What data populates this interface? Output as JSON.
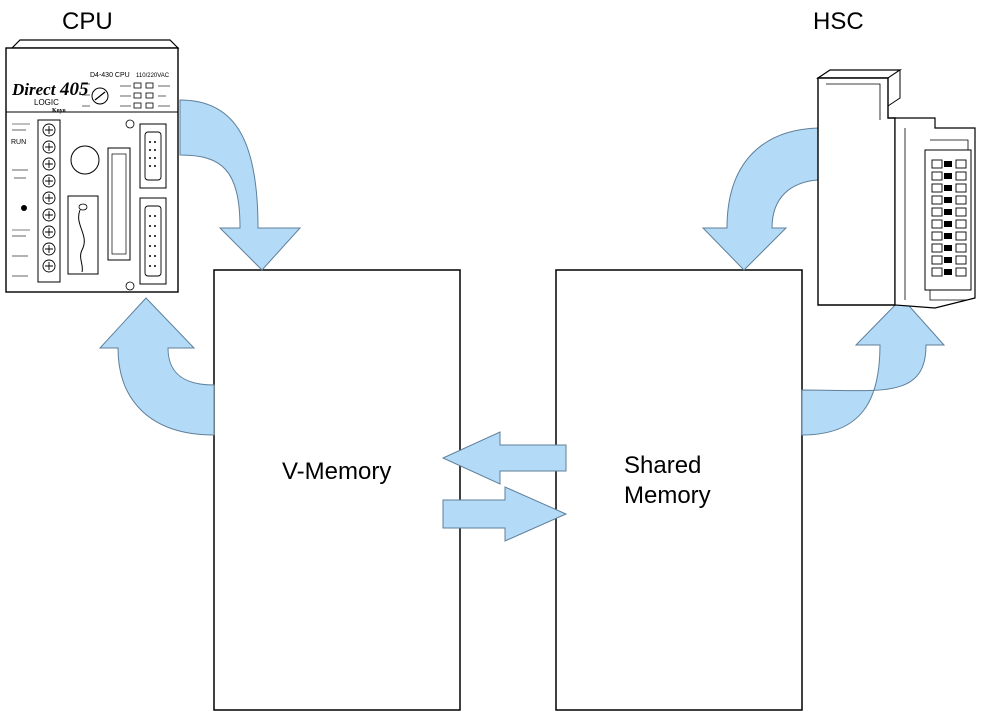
{
  "labels": {
    "cpu": "CPU",
    "hsc": "HSC",
    "v_memory": "V-Memory",
    "shared_memory_line1": "Shared",
    "shared_memory_line2": "Memory"
  },
  "cpu_panel": {
    "logo_line1": "Direct",
    "logo_number": "405",
    "logo_line2": "LOGIC",
    "brand": "Koyo",
    "model": "D4-430 CPU",
    "power": "110/220VAC",
    "run_label": "RUN"
  },
  "colors": {
    "arrow_fill": "#b3dbf7",
    "outline": "#000000",
    "background": "#ffffff"
  }
}
